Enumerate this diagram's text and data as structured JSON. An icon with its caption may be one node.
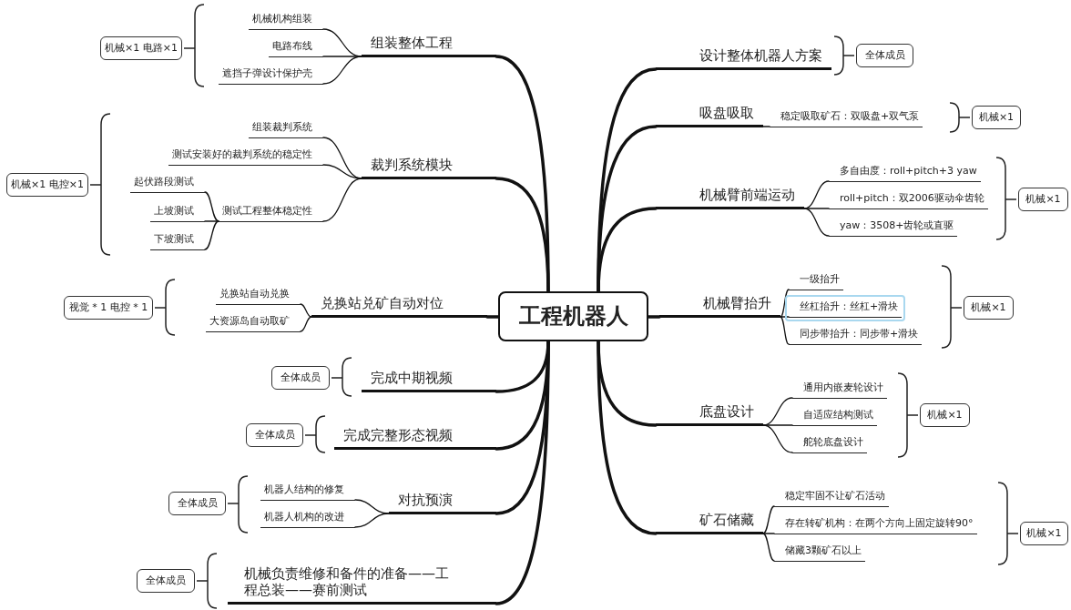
{
  "diagram": {
    "nodes": [
      {
        "text": [
          "工程机器人"
        ]
      },
      {
        "text": [
          "组装整体工程"
        ]
      },
      {
        "text": [
          "机械机构组装"
        ]
      },
      {
        "text": [
          "电路布线"
        ]
      },
      {
        "text": [
          "遮挡子弹设计保护壳"
        ]
      },
      {
        "text": [
          "机械×1 电路×1"
        ]
      },
      {
        "text": [
          "裁判系统模块"
        ]
      },
      {
        "text": [
          "组装裁判系统"
        ]
      },
      {
        "text": [
          "测试安装好的裁判系统的稳定性"
        ]
      },
      {
        "text": [
          "测试工程整体稳定性"
        ]
      },
      {
        "text": [
          "起伏路段测试"
        ]
      },
      {
        "text": [
          "上坡测试"
        ]
      },
      {
        "text": [
          "下坡测试"
        ]
      },
      {
        "text": [
          "机械×1 电控×1"
        ]
      },
      {
        "text": [
          "兑换站兑矿自动对位"
        ]
      },
      {
        "text": [
          "兑换站自动兑换"
        ]
      },
      {
        "text": [
          "大资源岛自动取矿"
        ]
      },
      {
        "text": [
          "视觉 * 1 电控 * 1"
        ]
      },
      {
        "text": [
          "完成中期视频"
        ]
      },
      {
        "text": [
          "全体成员"
        ]
      },
      {
        "text": [
          "完成完整形态视频"
        ]
      },
      {
        "text": [
          "全体成员"
        ]
      },
      {
        "text": [
          "对抗预演"
        ]
      },
      {
        "text": [
          "机器人结构的修复"
        ]
      },
      {
        "text": [
          "机器人机构的改进"
        ]
      },
      {
        "text": [
          "全体成员"
        ]
      },
      {
        "text": [
          "机械负责维修和备件的准备——工程总装——赛前测试"
        ]
      },
      {
        "text": [
          "全体成员"
        ]
      },
      {
        "text": [
          "设计整体机器人方案"
        ]
      },
      {
        "text": [
          "全体成员"
        ]
      },
      {
        "text": [
          "吸盘吸取"
        ]
      },
      {
        "text": [
          "稳定吸取矿石：双吸盘+双气泵"
        ]
      },
      {
        "text": [
          "机械×1"
        ]
      },
      {
        "text": [
          "机械臂前端运动"
        ]
      },
      {
        "text": [
          "多自由度：roll+pitch+3 yaw"
        ]
      },
      {
        "text": [
          "roll+pitch：双2006驱动伞齿轮"
        ]
      },
      {
        "text": [
          "yaw：3508+齿轮或直驱"
        ]
      },
      {
        "text": [
          "机械×1"
        ]
      },
      {
        "text": [
          "机械臂抬升"
        ]
      },
      {
        "text": [
          "一级抬升"
        ]
      },
      {
        "text": [
          "丝杠抬升：丝杠+滑块"
        ]
      },
      {
        "text": [
          "同步带抬升：同步带+滑块"
        ]
      },
      {
        "text": [
          "机械×1"
        ]
      },
      {
        "text": [
          "底盘设计"
        ]
      },
      {
        "text": [
          "通用内嵌麦轮设计"
        ]
      },
      {
        "text": [
          "自适应结构测试"
        ]
      },
      {
        "text": [
          "舵轮底盘设计"
        ]
      },
      {
        "text": [
          "机械×1"
        ]
      },
      {
        "text": [
          "矿石储藏"
        ]
      },
      {
        "text": [
          "稳定牢固不让矿石活动"
        ]
      },
      {
        "text": [
          "存在转矿机构：在两个方向上固定旋转90°"
        ]
      },
      {
        "text": [
          "储藏3颗矿石以上"
        ]
      },
      {
        "text": [
          "机械×1"
        ]
      }
    ],
    "edges": [
      {
        "from": 0,
        "to": 1,
        "arrow": "none",
        "style": "thick"
      },
      {
        "from": 1,
        "to": 2,
        "arrow": "none"
      },
      {
        "from": 1,
        "to": 3,
        "arrow": "none"
      },
      {
        "from": 1,
        "to": 4,
        "arrow": "none"
      },
      {
        "from": 0,
        "to": 6,
        "arrow": "none",
        "style": "thick"
      },
      {
        "from": 6,
        "to": 7,
        "arrow": "none"
      },
      {
        "from": 6,
        "to": 8,
        "arrow": "none"
      },
      {
        "from": 6,
        "to": 9,
        "arrow": "none"
      },
      {
        "from": 9,
        "to": 10,
        "arrow": "none"
      },
      {
        "from": 9,
        "to": 11,
        "arrow": "none"
      },
      {
        "from": 9,
        "to": 12,
        "arrow": "none"
      },
      {
        "from": 0,
        "to": 14,
        "arrow": "none",
        "style": "thick"
      },
      {
        "from": 14,
        "to": 15,
        "arrow": "none"
      },
      {
        "from": 14,
        "to": 16,
        "arrow": "none"
      },
      {
        "from": 0,
        "to": 18,
        "arrow": "none",
        "style": "thick"
      },
      {
        "from": 0,
        "to": 20,
        "arrow": "none",
        "style": "thick"
      },
      {
        "from": 0,
        "to": 22,
        "arrow": "none",
        "style": "thick"
      },
      {
        "from": 22,
        "to": 23,
        "arrow": "none"
      },
      {
        "from": 22,
        "to": 24,
        "arrow": "none"
      },
      {
        "from": 0,
        "to": 26,
        "arrow": "none",
        "style": "thick"
      },
      {
        "from": 0,
        "to": 28,
        "arrow": "none",
        "style": "thick"
      },
      {
        "from": 0,
        "to": 30,
        "arrow": "none",
        "style": "thick"
      },
      {
        "from": 30,
        "to": 31,
        "arrow": "none"
      },
      {
        "from": 0,
        "to": 33,
        "arrow": "none",
        "style": "thick"
      },
      {
        "from": 33,
        "to": 34,
        "arrow": "none"
      },
      {
        "from": 33,
        "to": 35,
        "arrow": "none"
      },
      {
        "from": 33,
        "to": 36,
        "arrow": "none"
      },
      {
        "from": 0,
        "to": 38,
        "arrow": "none",
        "style": "thick"
      },
      {
        "from": 38,
        "to": 39,
        "arrow": "none"
      },
      {
        "from": 38,
        "to": 40,
        "arrow": "none"
      },
      {
        "from": 38,
        "to": 41,
        "arrow": "none"
      },
      {
        "from": 0,
        "to": 43,
        "arrow": "none",
        "style": "thick"
      },
      {
        "from": 43,
        "to": 44,
        "arrow": "none"
      },
      {
        "from": 43,
        "to": 45,
        "arrow": "none"
      },
      {
        "from": 43,
        "to": 46,
        "arrow": "none"
      },
      {
        "from": 0,
        "to": 48,
        "arrow": "none",
        "style": "thick"
      },
      {
        "from": 48,
        "to": 49,
        "arrow": "none"
      },
      {
        "from": 48,
        "to": 50,
        "arrow": "none"
      },
      {
        "from": 48,
        "to": 51,
        "arrow": "none"
      }
    ]
  }
}
